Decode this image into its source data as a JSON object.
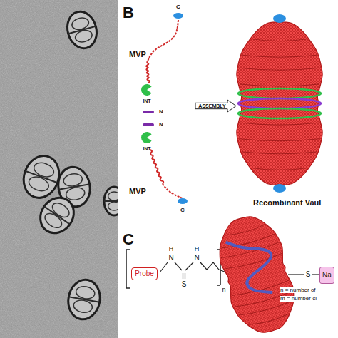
{
  "diagram": {
    "nodes": [
      {
        "text": [
          "ASSEMBLY"
        ]
      },
      {
        "text": [
          "Probe"
        ]
      },
      {
        "text": [
          "Na"
        ]
      }
    ],
    "labels": [
      "B",
      "C",
      "MVP",
      "INT",
      "N",
      "N",
      "INT",
      "MVP",
      "C",
      "Recombinant Vaul",
      "C",
      "H",
      "N",
      "S",
      "H",
      "N",
      "n",
      "S",
      "n = number of",
      "m = number cl"
    ]
  }
}
